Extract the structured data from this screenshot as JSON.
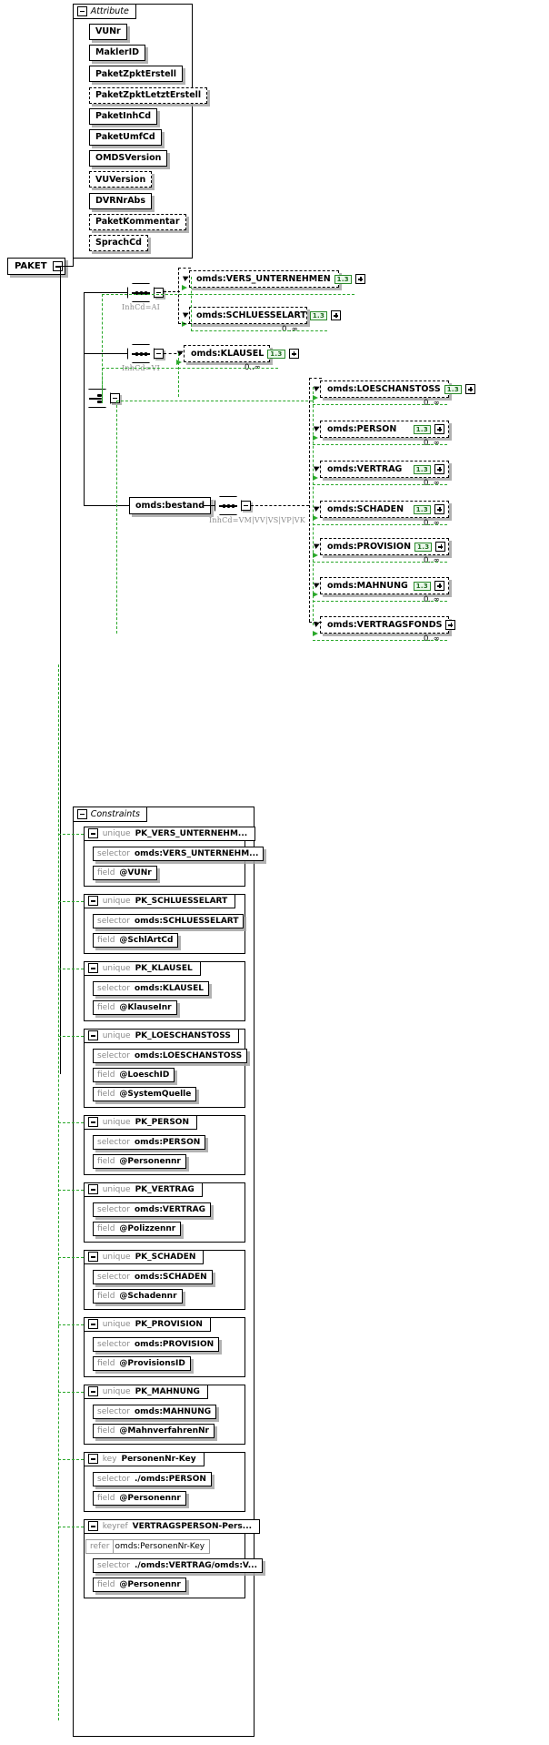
{
  "diagram": {
    "title": "PAKET",
    "root": {
      "label": "PAKET"
    },
    "attribute_group": {
      "title": "Attribute",
      "items": [
        {
          "label": "VUNr",
          "optional": false
        },
        {
          "label": "MaklerID",
          "optional": false
        },
        {
          "label": "PaketZpktErstell",
          "optional": false
        },
        {
          "label": "PaketZpktLetztErstell",
          "optional": true
        },
        {
          "label": "PaketInhCd",
          "optional": false
        },
        {
          "label": "PaketUmfCd",
          "optional": false
        },
        {
          "label": "OMDSVersion",
          "optional": false
        },
        {
          "label": "VUVersion",
          "optional": true
        },
        {
          "label": "DVRNrAbs",
          "optional": false
        },
        {
          "label": "PaketKommentar",
          "optional": true
        },
        {
          "label": "SprachCd",
          "optional": true
        }
      ]
    },
    "connectors": [
      {
        "id": "seq-ai",
        "kind": "sequence",
        "label": "InhCd=AI"
      },
      {
        "id": "seq-vi",
        "kind": "sequence",
        "label": "InhCd=VI"
      },
      {
        "id": "choice-root",
        "kind": "choice",
        "label": ""
      },
      {
        "id": "seq-bestand",
        "kind": "sequence",
        "label": "InhCd=VM|VV|VS|VP|VK"
      }
    ],
    "bestand": {
      "label": "omds:bestand"
    },
    "elements_ai": [
      {
        "label": "omds:VERS_UNTERNEHMEN",
        "badge": "1.3",
        "expand": "+",
        "mult": ""
      },
      {
        "label": "omds:SCHLUESSELART",
        "badge": "1.3",
        "expand": "+",
        "mult": "0..∞"
      }
    ],
    "elements_vi": [
      {
        "label": "omds:KLAUSEL",
        "badge": "1.3",
        "expand": "+",
        "mult": "0..∞"
      }
    ],
    "elements_bestand": [
      {
        "label": "omds:LOESCHANSTOSS",
        "badge": "1.3",
        "expand": "+",
        "mult": "0..∞"
      },
      {
        "label": "omds:PERSON",
        "badge": "1.3",
        "expand": "+",
        "mult": "0..∞"
      },
      {
        "label": "omds:VERTRAG",
        "badge": "1.3",
        "expand": "+",
        "mult": "0..∞"
      },
      {
        "label": "omds:SCHADEN",
        "badge": "1.3",
        "expand": "+",
        "mult": "0..∞"
      },
      {
        "label": "omds:PROVISION",
        "badge": "1.3",
        "expand": "+",
        "mult": "0..∞"
      },
      {
        "label": "omds:MAHNUNG",
        "badge": "1.3",
        "expand": "+",
        "mult": "0..∞"
      },
      {
        "label": "omds:VERTRAGSFONDS",
        "badge": "",
        "expand": "+",
        "mult": "0..∞"
      }
    ],
    "constraints": {
      "title": "Constraints",
      "labels": {
        "unique": "unique",
        "key": "key",
        "keyref": "keyref",
        "selector": "selector",
        "field": "field",
        "refer": "refer"
      },
      "items": [
        {
          "kind": "unique",
          "name": "PK_VERS_UNTERNEHM...",
          "selector": "omds:VERS_UNTERNEHM...",
          "fields": [
            "@VUNr"
          ],
          "refer": ""
        },
        {
          "kind": "unique",
          "name": "PK_SCHLUESSELART",
          "selector": "omds:SCHLUESSELART",
          "fields": [
            "@SchlArtCd"
          ],
          "refer": ""
        },
        {
          "kind": "unique",
          "name": "PK_KLAUSEL",
          "selector": "omds:KLAUSEL",
          "fields": [
            "@KlauseInr"
          ],
          "refer": ""
        },
        {
          "kind": "unique",
          "name": "PK_LOESCHANSTOSS",
          "selector": "omds:LOESCHANSTOSS",
          "fields": [
            "@LoeschID",
            "@SystemQuelle"
          ],
          "refer": ""
        },
        {
          "kind": "unique",
          "name": "PK_PERSON",
          "selector": "omds:PERSON",
          "fields": [
            "@Personennr"
          ],
          "refer": ""
        },
        {
          "kind": "unique",
          "name": "PK_VERTRAG",
          "selector": "omds:VERTRAG",
          "fields": [
            "@Polizzennr"
          ],
          "refer": ""
        },
        {
          "kind": "unique",
          "name": "PK_SCHADEN",
          "selector": "omds:SCHADEN",
          "fields": [
            "@Schadennr"
          ],
          "refer": ""
        },
        {
          "kind": "unique",
          "name": "PK_PROVISION",
          "selector": "omds:PROVISION",
          "fields": [
            "@ProvisionsID"
          ],
          "refer": ""
        },
        {
          "kind": "unique",
          "name": "PK_MAHNUNG",
          "selector": "omds:MAHNUNG",
          "fields": [
            "@MahnverfahrenNr"
          ],
          "refer": ""
        },
        {
          "kind": "key",
          "name": "PersonenNr-Key",
          "selector": "./omds:PERSON",
          "fields": [
            "@Personennr"
          ],
          "refer": ""
        },
        {
          "kind": "keyref",
          "name": "VERTRAGSPERSON-Pers...",
          "selector": "./omds:VERTRAG/omds:V...",
          "fields": [
            "@Personennr"
          ],
          "refer": "omds:PersonenNr-Key"
        }
      ]
    },
    "colors": {
      "green": "#2aa82a",
      "shadow": "#a5a5a5",
      "muted": "#8a8a8a"
    }
  }
}
